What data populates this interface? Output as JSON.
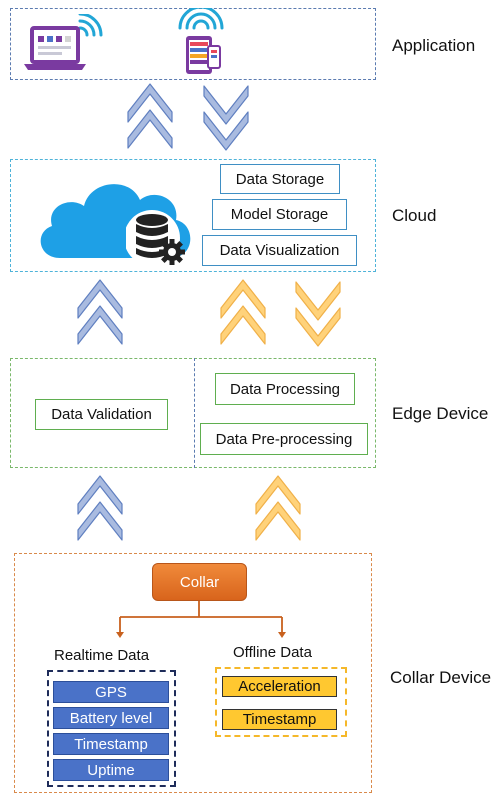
{
  "layers": {
    "application": "Application",
    "cloud": "Cloud",
    "edge": "Edge Device",
    "collar": "Collar Device"
  },
  "cloud": {
    "items": [
      "Data Storage",
      "Model Storage",
      "Data Visualization"
    ]
  },
  "edge": {
    "validation": "Data Validation",
    "processing": "Data Processing",
    "preprocessing": "Data Pre-processing"
  },
  "collar": {
    "title": "Collar",
    "realtime": {
      "title": "Realtime Data",
      "items": [
        "GPS",
        "Battery level",
        "Timestamp",
        "Uptime"
      ]
    },
    "offline": {
      "title": "Offline Data",
      "items": [
        "Acceleration",
        "Timestamp"
      ]
    }
  },
  "colors": {
    "blue_chevron": "#a9bbe0",
    "blue_chevron_stroke": "#5f7fc0",
    "yellow_chevron": "#ffd27a",
    "yellow_chevron_stroke": "#f0b048",
    "cloud": "#1ea0e6",
    "laptop": "#7a3aa0"
  },
  "icons": [
    "laptop-icon",
    "tablet-icon",
    "wifi-icon",
    "cloud-icon",
    "database-gear-icon"
  ]
}
